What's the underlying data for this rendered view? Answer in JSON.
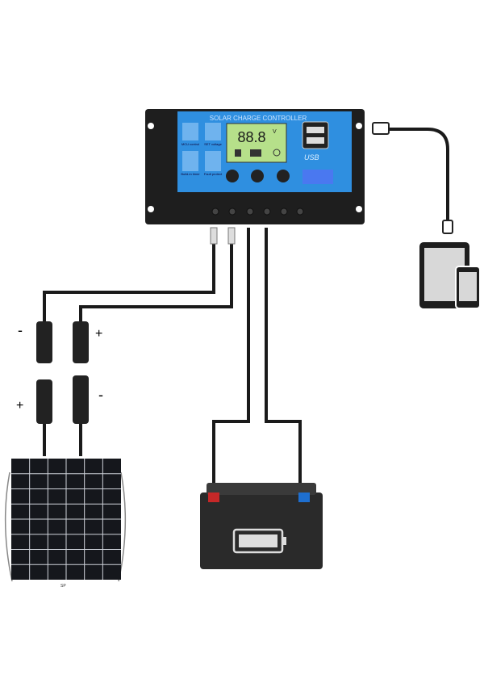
{
  "controller": {
    "title": "SOLAR CHARGE CONTROLLER",
    "display_value": "88.8",
    "display_unit": "V",
    "features": [
      "MCU control",
      "SET voltage",
      "Build-in timer",
      "Fault protect"
    ],
    "usb_label": "USB",
    "panel_color": "#2f8fe0",
    "body_color": "#1e1e1e"
  },
  "connectors": {
    "top_left": "-",
    "top_right": "+",
    "bottom_left": "+",
    "bottom_right": "-"
  },
  "solar_panel": {
    "brand": "SP"
  }
}
